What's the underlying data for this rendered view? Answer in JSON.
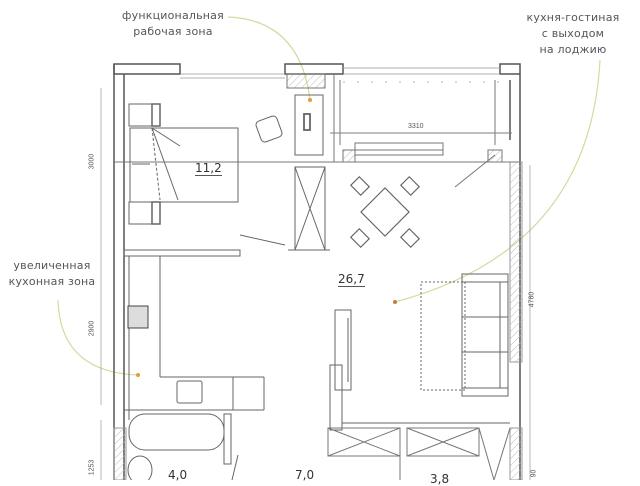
{
  "callouts": {
    "workspace": [
      "функциональная",
      "рабочая зона"
    ],
    "kitchen_living": [
      "кухня-гостиная",
      "с выходом",
      "на лоджию"
    ],
    "kitchen_zone": [
      "увеличенная",
      "кухонная зона"
    ]
  },
  "rooms": {
    "bedroom_area": "11,2",
    "kitchen_living_area": "26,7",
    "bathroom_area": "4,0",
    "hallway_area": "7,0",
    "storage_area": "3,8"
  },
  "dimensions": {
    "top_width": "3310",
    "left_bedroom": "3000",
    "left_kitchen": "2900",
    "left_bath": "1253",
    "right_living": "4780",
    "right_bottom": "90"
  },
  "colors": {
    "wall": "#555555",
    "line": "#888888",
    "hatch": "#bbbbbb",
    "callout_line": "#d8d8a0",
    "callout_dot": "#e0a030"
  }
}
